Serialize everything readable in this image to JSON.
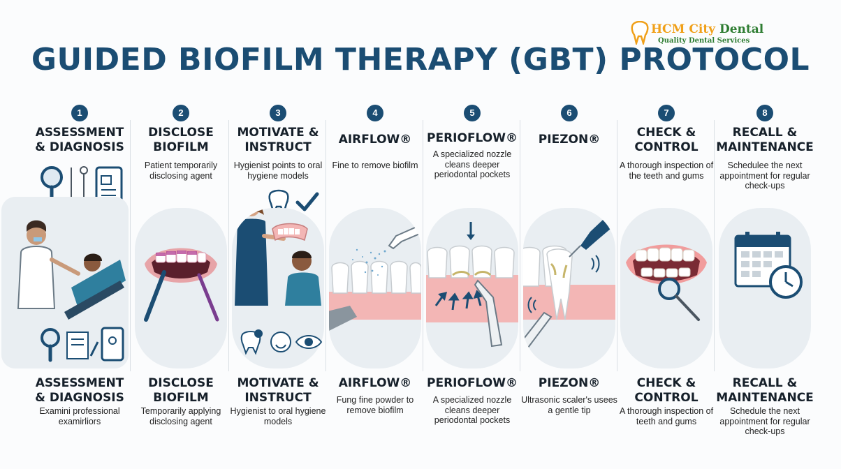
{
  "logo": {
    "name_part1": "HCM City",
    "name_part2": " Dental",
    "tagline": "Quality Dental Services"
  },
  "title": "GUIDED BIOFILM THERAPY (GBT) PROTOCOL",
  "steps": [
    {
      "number": "1",
      "heading": "ASSESSMENT & DIAGNOSIS",
      "description": "",
      "bottom_heading": "ASSESSMENT & DIAGNOSIS",
      "bottom_description": "Examini professional examirliors"
    },
    {
      "number": "2",
      "heading": "DISCLOSE BIOFILM",
      "description": "Patient temporarily disclosing agent",
      "bottom_heading": "DISCLOSE BIOFILM",
      "bottom_description": "Temporarily applying disclosing agent"
    },
    {
      "number": "3",
      "heading": "MOTIVATE & INSTRUCT",
      "description": "Hygienist points to oral hygiene models",
      "bottom_heading": "MOTIVATE & INSTRUCT",
      "bottom_description": "Hygienist to oral hygiene models"
    },
    {
      "number": "4",
      "heading": "AIRFLOW®",
      "description": "Fine to remove biofilm",
      "bottom_heading": "AIRFLOW®",
      "bottom_description": "Fung fine powder to remove biofilm"
    },
    {
      "number": "5",
      "heading": "PERIOFLOW®",
      "description": "A specialized nozzle cleans deeper periodontal pockets",
      "bottom_heading": "PERIOFLOW®",
      "bottom_description": "A specialized nozzle cleans deeper periodontal pockets"
    },
    {
      "number": "6",
      "heading": "PIEZON®",
      "description": "",
      "bottom_heading": "PIEZON®",
      "bottom_description": "Ultrasonic scaler's usees a gentle tip"
    },
    {
      "number": "7",
      "heading": "CHECK & CONTROL",
      "description": "A thorough inspection of the teeth and gums",
      "bottom_heading": "CHECK & CONTROL",
      "bottom_description": "A thorough inspection of teeth and gums"
    },
    {
      "number": "8",
      "heading": "RECALL & MAINTENANCE",
      "description": "Schedulee the next appointment for regular check-ups",
      "bottom_heading": "RECALL & MAINTENANCE",
      "bottom_description": "Schedule the next appointment for regular check-ups"
    }
  ],
  "colors": {
    "navy": "#1b4d73",
    "gum": "#f3b6b5",
    "panel": "#e9eef2",
    "logo_green": "#2e7d32",
    "logo_orange": "#f0a019"
  }
}
